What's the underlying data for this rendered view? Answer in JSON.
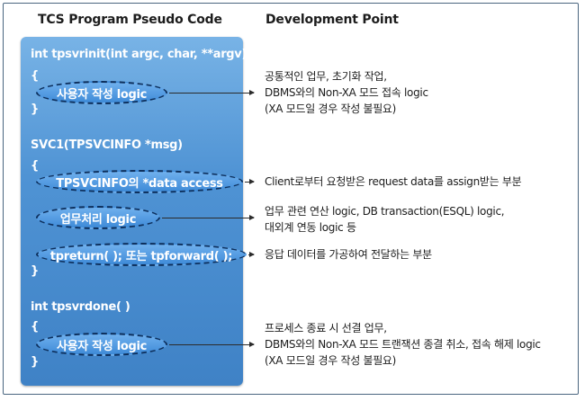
{
  "headers": {
    "left": "TCS Program Pseudo Code",
    "right": "Development Point"
  },
  "code": {
    "init_sig": "int tpsvrinit(int argc, char, **argv)",
    "open1": "{",
    "close1": "}",
    "svc_sig": "SVC1(TPSVCINFO *msg)",
    "open2": "{",
    "close2": "}",
    "done_sig": "int tpsvrdone( )",
    "open3": "{",
    "close3": "}"
  },
  "ovals": {
    "init_logic": "사용자 작성 logic",
    "data_access": "TPSVCINFO의 *data access",
    "business": "업무처리 logic",
    "tpreturn": "tpreturn( ); 또는 tpforward( );",
    "done_logic": "사용자 작성 logic"
  },
  "notes": {
    "init": [
      "공통적인 업무, 초기화 작업,",
      "DBMS와의 Non-XA 모드 접속 logic",
      "(XA 모드일 경우 작성 불필요)"
    ],
    "data_access": [
      "Client로부터 요청받은 request data를 assign받는 부분"
    ],
    "business": [
      "업무 관련 연산 logic, DB transaction(ESQL) logic,",
      "대외계 연동 logic 등"
    ],
    "tpreturn": [
      "응답 데이터를 가공하여 전달하는 부분"
    ],
    "done": [
      "프로세스 종료 시 선결 업무,",
      "DBMS와의 Non-XA 모드 트랜잭션 종결 취소, 접속 해제 logic",
      "(XA 모드일 경우 작성 불필요)"
    ]
  }
}
